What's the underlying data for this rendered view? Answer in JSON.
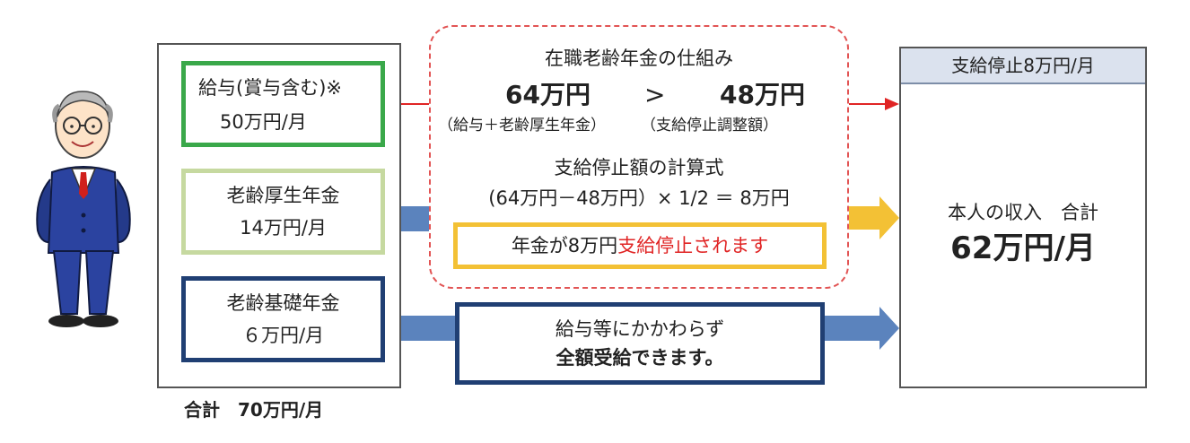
{
  "left_panel": {
    "salary": {
      "line1": "給与(賞与含む)※",
      "line2": "50万円/月"
    },
    "kosei": {
      "line1": "老齢厚生年金",
      "line2": "14万円/月"
    },
    "kiso": {
      "line1": "老齢基礎年金",
      "line2": "６万円/月"
    },
    "total": "合計　70万円/月"
  },
  "middle": {
    "heading": "在職老齢年金の仕組み",
    "compare_left": "64万円",
    "compare_op": ">",
    "compare_right": "48万円",
    "sub_left": "（給与＋老齢厚生年金）",
    "sub_right": "（支給停止調整額）",
    "formula_title": "支給停止額の計算式",
    "formula": "(64万円－48万円）× 1/2 ＝ 8万円",
    "result_prefix": "年金が8万円",
    "result_red": "支給停止されます",
    "basic_line1": "給与等にかかわらず",
    "basic_line2": "全額受給できます。"
  },
  "right_panel": {
    "header": "支給停止8万円/月",
    "label": "本人の収入　合計",
    "total": "62万円/月"
  },
  "colors": {
    "green": "#3aa84a",
    "light_green": "#c6d9a0",
    "navy": "#203f73",
    "red": "#e02424",
    "yellow": "#f3c135",
    "steel_blue": "#5b83bd"
  }
}
